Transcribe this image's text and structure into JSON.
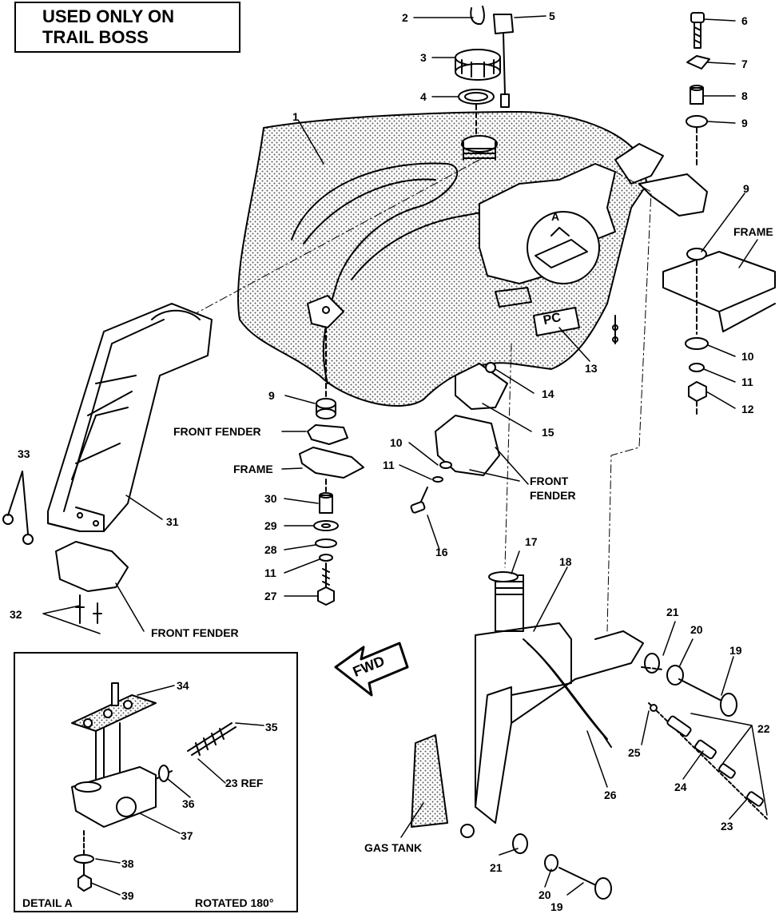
{
  "header": {
    "title_line1": "USED ONLY ON",
    "title_line2": "TRAIL BOSS"
  },
  "callouts": {
    "n1": "1",
    "n2": "2",
    "n3": "3",
    "n4": "4",
    "n5": "5",
    "n6": "6",
    "n7": "7",
    "n8": "8",
    "n9a": "9",
    "n9b": "9",
    "n9c": "9",
    "n10a": "10",
    "n10b": "10",
    "n11a": "11",
    "n11b": "11",
    "n11c": "11",
    "n12": "12",
    "n13": "13",
    "n14": "14",
    "n15": "15",
    "n16": "16",
    "n17": "17",
    "n18": "18",
    "n19a": "19",
    "n19b": "19",
    "n20a": "20",
    "n20b": "20",
    "n21a": "21",
    "n21b": "21",
    "n22": "22",
    "n23a": "23",
    "n23b": "23 REF",
    "n24": "24",
    "n25": "25",
    "n26": "26",
    "n27": "27",
    "n28": "28",
    "n29": "29",
    "n30": "30",
    "n31": "31",
    "n32": "32",
    "n33": "33",
    "n34": "34",
    "n35": "35",
    "n36": "36",
    "n37": "37",
    "n38": "38",
    "n39": "39"
  },
  "labels": {
    "frame_right": "FRAME",
    "frame_center": "FRAME",
    "front_fender_center": "FRONT FENDER",
    "front_fender_right_1": "FRONT",
    "front_fender_right_2": "FENDER",
    "front_fender_left": "FRONT FENDER",
    "gas_tank": "GAS TANK",
    "fwd": "FWD",
    "detail_marker": "A",
    "decal_text": "PC"
  },
  "detail": {
    "title": "DETAIL A",
    "rotation": "ROTATED 180°"
  },
  "colors": {
    "ink": "#000000",
    "paper": "#ffffff",
    "stipple": "#d9d9d9"
  }
}
